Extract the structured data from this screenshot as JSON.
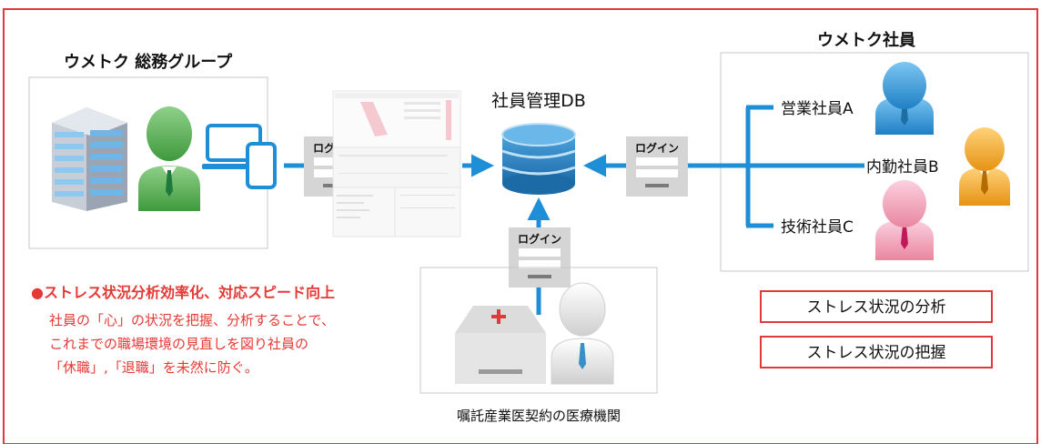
{
  "general_affairs": {
    "title": "ウメトク 総務グループ"
  },
  "employees": {
    "title": "ウメトク社員",
    "members": [
      "営業社員A",
      "内勤社員B",
      "技術社員C"
    ],
    "results": [
      "ストレス状況の分析",
      "ストレス状況の把握"
    ]
  },
  "database": {
    "label": "社員管理DB"
  },
  "login_label": "ログイン",
  "medical": {
    "label": "嘱託産業医契約の医療機関"
  },
  "benefit": {
    "heading": "●ストレス状況分析効率化、対応スピード向上",
    "lines": [
      "社員の「心」の状況を把握、分析することで、",
      "これまでの職場環境の見直しを図り社員の",
      "「休職」,「退職」を未然に防ぐ。"
    ]
  },
  "colors": {
    "frame": "#e03a3a",
    "accent_red": "#e53935",
    "arrow_blue": "#1e8fd6",
    "db_blue": "#2a7fc1",
    "person_green": "#5fb35a",
    "person_blue": "#3fa3e6",
    "person_orange": "#f5a623",
    "person_pink": "#f2a0bd",
    "person_white": "#e6e6e6",
    "tie_green": "#1e7a3a",
    "tie_blue": "#1d6fa3",
    "tie_orange": "#b36b00",
    "tie_pink": "#c2185b",
    "tie_doctor": "#3a8fc8"
  }
}
